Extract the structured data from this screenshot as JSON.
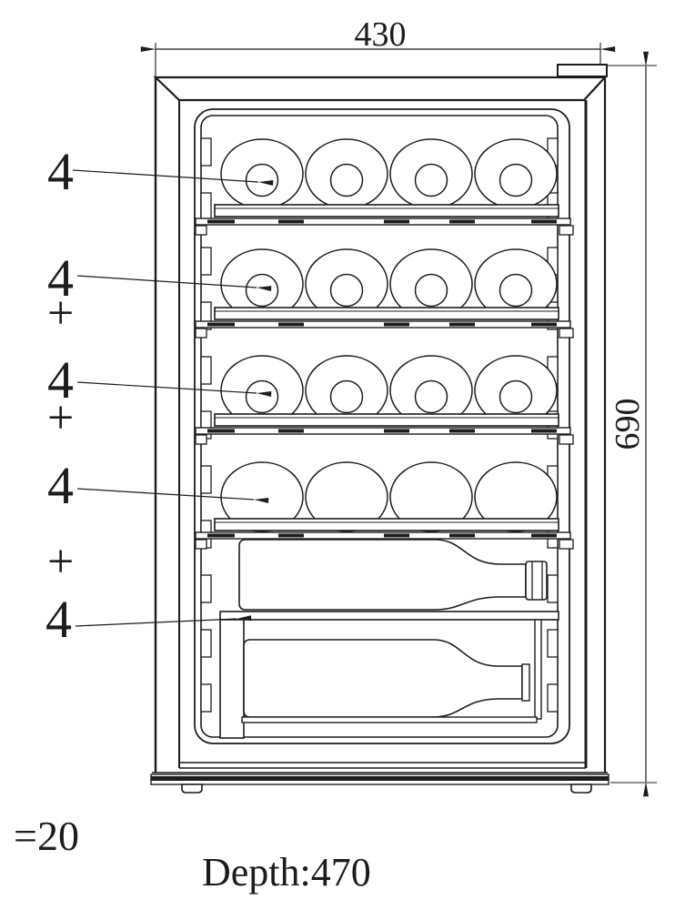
{
  "drawing": {
    "subject": "wine-cooler-front-elevation",
    "line_color": "#1c1c1c",
    "background": "#ffffff"
  },
  "dimensions": {
    "width_mm": "430",
    "height_mm": "690",
    "depth_label": "Depth:470"
  },
  "callouts": {
    "counts": [
      "4",
      "4",
      "4",
      "4",
      "4"
    ],
    "plus": [
      "+",
      "+",
      "+"
    ],
    "total_label": "=20"
  }
}
